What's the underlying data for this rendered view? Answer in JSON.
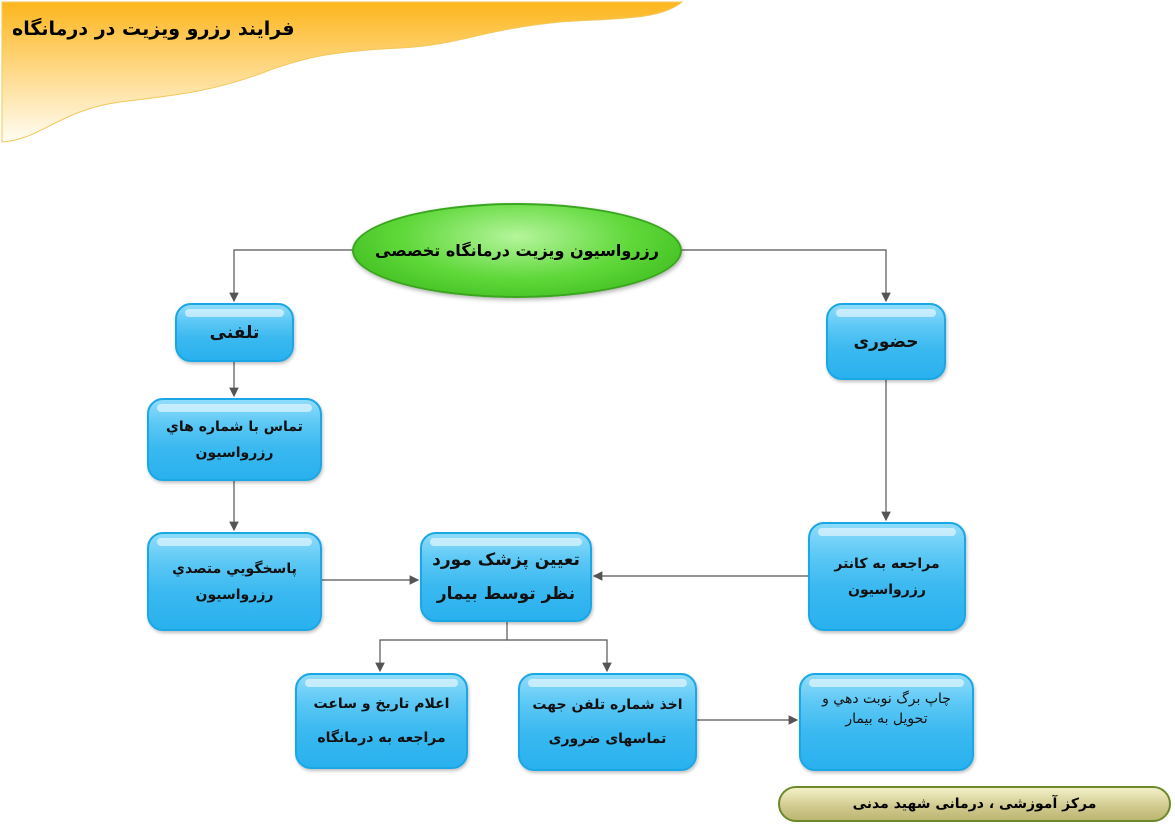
{
  "header": {
    "title": "فرایند رزرو ویزیت در درمانگاه"
  },
  "diagram": {
    "root": "رزرواسیون ویزیت درمانگاه تخصصی",
    "phone": "تلفنی",
    "in_person": "حضوری",
    "call_numbers": "تماس با شماره هاي رزرواسیون",
    "phone_operator": "پاسخگويي متصدي رزرواسیون",
    "choose_doctor": "تعیین پزشک مورد نظر توسط بیمار",
    "counter": "مراجعه به کانتر رزرواسیون",
    "announce_date": "اعلام تاریخ و ساعت مراجعه به درمانگاه",
    "get_phone": "اخذ شماره تلفن جهت تماسهای ضروری",
    "print_slip": "چاپ برگ نوبت دهي و تحویل به بیمار"
  },
  "footer": {
    "label": "مرکز آموزشی ، درمانی شهید مدنی"
  },
  "colors": {
    "box": "#3bb9f0",
    "root": "#5fd83a",
    "banner": "#fdb924",
    "footer": "#cfc98c"
  }
}
